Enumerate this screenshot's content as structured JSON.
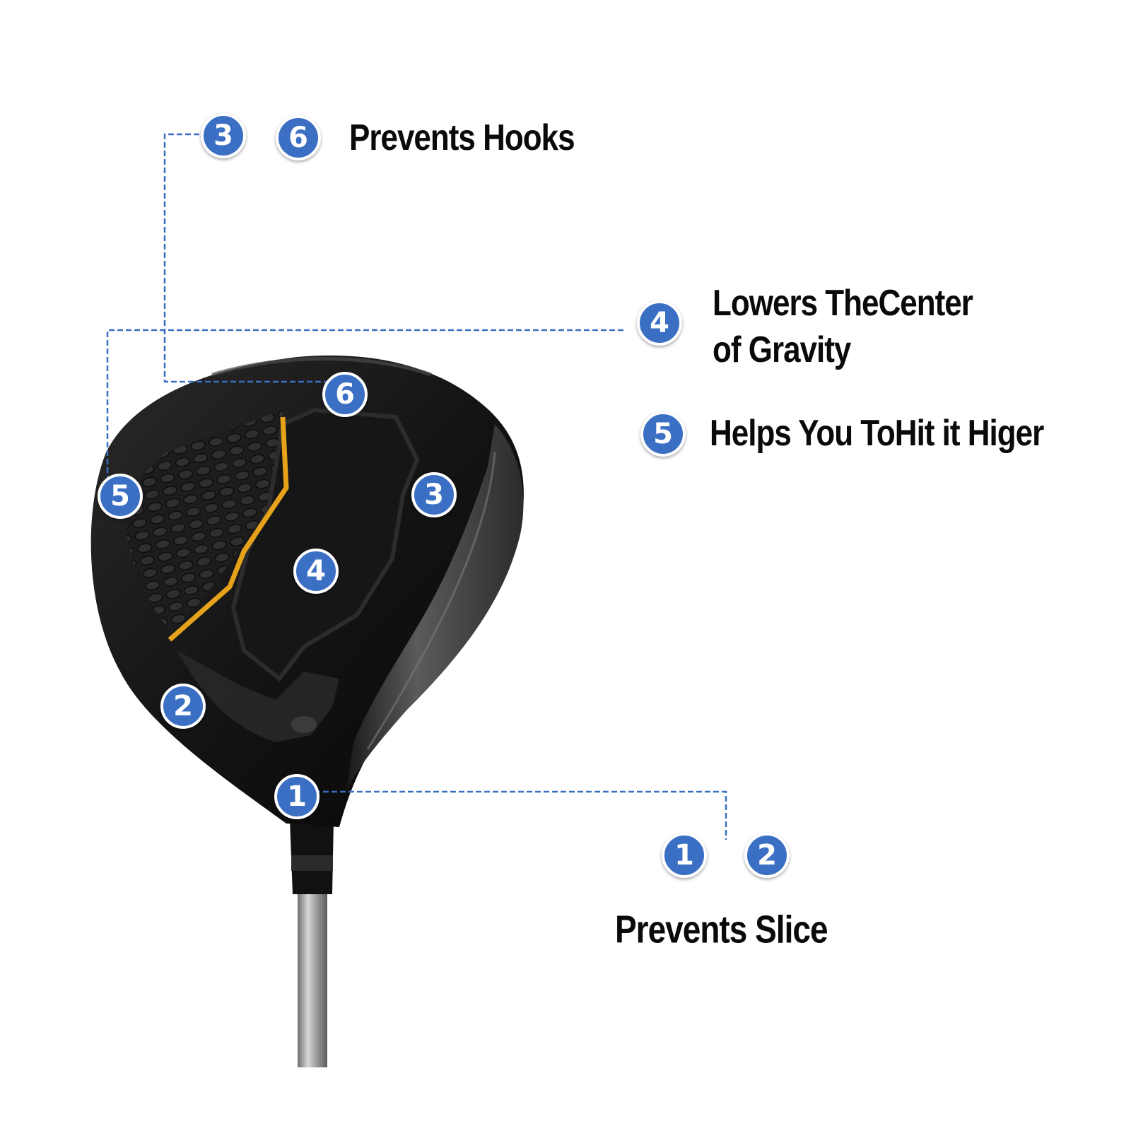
{
  "colors": {
    "badge_fill": "#3a6fc4",
    "badge_text": "#ffffff",
    "leader_line": "#3a6fc4",
    "label_text": "#0a0a0a",
    "accent_stripe": "#e6a21a"
  },
  "callouts": {
    "hooks": {
      "numbers": [
        "3",
        "6"
      ],
      "text": "Prevents Hooks"
    },
    "gravity": {
      "number": "4",
      "line1": "Lowers TheCenter",
      "line2": "of Gravity"
    },
    "higher": {
      "number": "5",
      "text": "Helps You ToHit it Higer"
    },
    "slice": {
      "numbers": [
        "1",
        "2"
      ],
      "text": "Prevents Slice"
    }
  },
  "head_markers": [
    "1",
    "2",
    "3",
    "4",
    "5",
    "6"
  ]
}
